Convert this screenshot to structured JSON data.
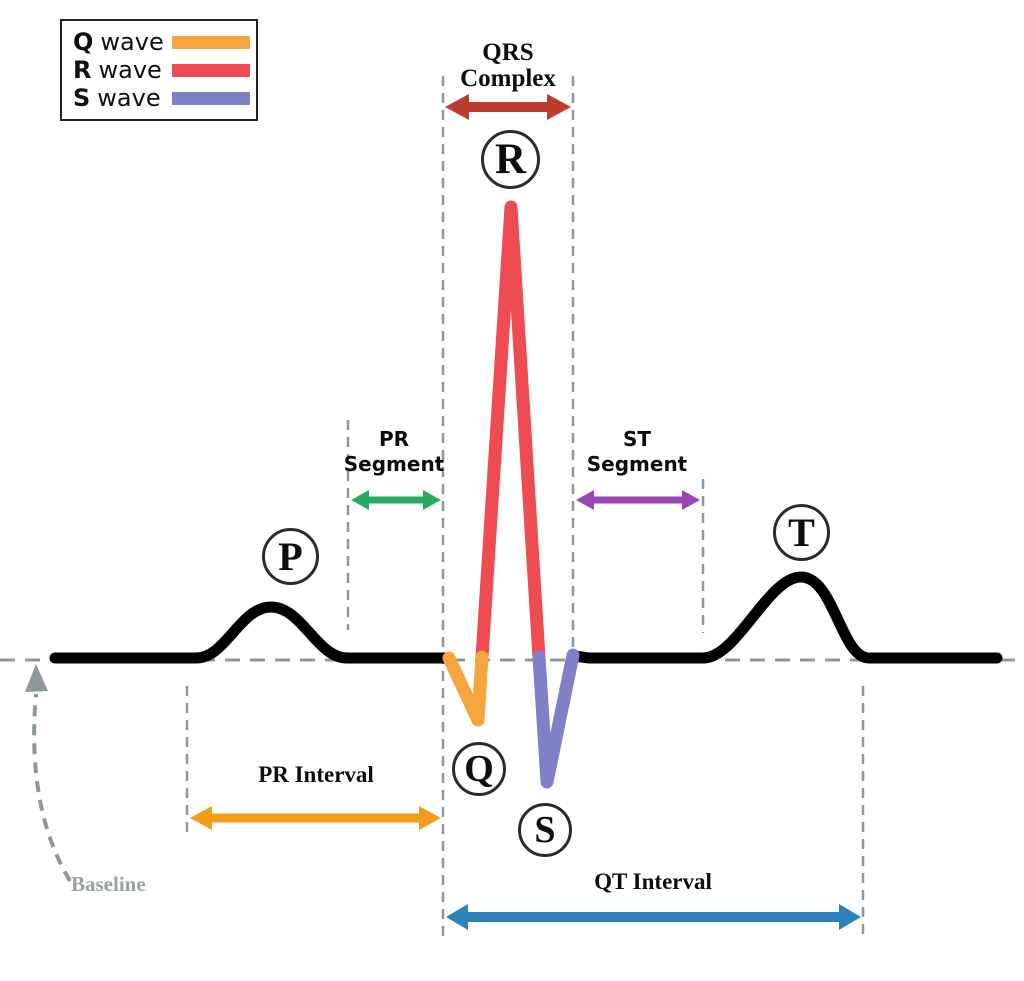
{
  "legend": {
    "items": [
      {
        "letter": "Q",
        "word": "wave",
        "color": "#F6A53C"
      },
      {
        "letter": "R",
        "word": "wave",
        "color": "#EE4B52"
      },
      {
        "letter": "S",
        "word": "wave",
        "color": "#7E81C8"
      }
    ]
  },
  "wave_labels": {
    "p": "P",
    "q": "Q",
    "r": "R",
    "s": "S",
    "t": "T"
  },
  "annotations": {
    "qrs_complex": {
      "line1": "QRS",
      "line2": "Complex"
    },
    "pr_segment": {
      "line1": "PR",
      "line2": "Segment"
    },
    "st_segment": {
      "line1": "ST",
      "line2": "Segment"
    },
    "pr_interval": {
      "label": "PR Interval"
    },
    "qt_interval": {
      "label": "QT Interval"
    },
    "baseline": {
      "label": "Baseline"
    }
  },
  "colors": {
    "trace": "#000000",
    "q_wave": "#F6A53C",
    "r_wave": "#EE4B52",
    "s_wave": "#7E81C8",
    "qrs_arrow": "#BE3B2D",
    "pr_segment_arrow": "#2BAB61",
    "st_segment_arrow": "#9B46B5",
    "pr_interval_arrow": "#F19D1A",
    "qt_interval_arrow": "#2E81BB",
    "dashed_guides": "#8C9899",
    "baseline_label": "#98A2A4"
  }
}
